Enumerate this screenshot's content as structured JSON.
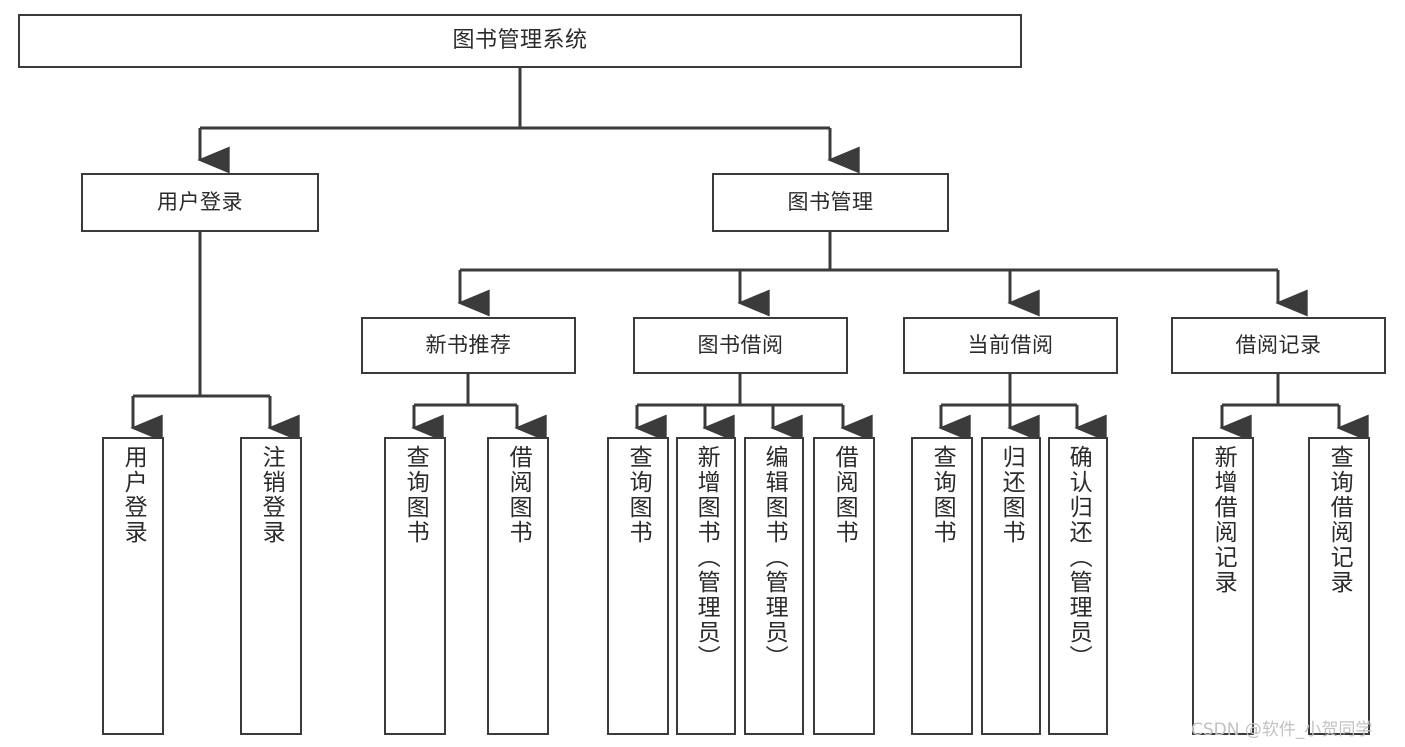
{
  "diagram": {
    "type": "tree-hierarchy",
    "title": "图书管理系统",
    "background_color": "#ffffff",
    "line_color": "#3b3b3b",
    "text_color": "#2b2b2b",
    "root": {
      "label": "图书管理系统"
    },
    "level2": [
      {
        "label": "用户登录"
      },
      {
        "label": "图书管理"
      }
    ],
    "level3": [
      {
        "label": "新书推荐"
      },
      {
        "label": "图书借阅"
      },
      {
        "label": "当前借阅"
      },
      {
        "label": "借阅记录"
      }
    ],
    "leaves": {
      "user_login": [
        {
          "label": "用户登录"
        },
        {
          "label": "注销登录"
        }
      ],
      "new_book_recommend": [
        {
          "label": "查询图书"
        },
        {
          "label": "借阅图书"
        }
      ],
      "book_borrow": [
        {
          "label": "查询图书"
        },
        {
          "label": "新增图书（管理员）"
        },
        {
          "label": "编辑图书（管理员）"
        },
        {
          "label": "借阅图书"
        }
      ],
      "current_borrow": [
        {
          "label": "查询图书"
        },
        {
          "label": "归还图书"
        },
        {
          "label": "确认归还（管理员）"
        }
      ],
      "borrow_record": [
        {
          "label": "新增借阅记录"
        },
        {
          "label": "查询借阅记录"
        }
      ]
    }
  },
  "watermark": {
    "text": "CSDN @软件_小贺同学"
  }
}
